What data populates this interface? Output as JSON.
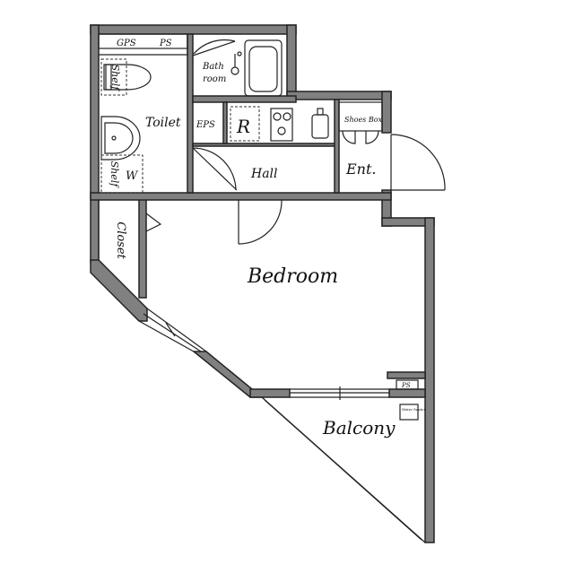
{
  "labels": {
    "gps": "GPS",
    "ps_top": "PS",
    "bath": "Bath",
    "room": "room",
    "toilet": "Toilet",
    "shelf_top": "Shelf",
    "shelf_bottom": "Shelf",
    "w": "W",
    "eps": "EPS",
    "r": "R",
    "shoes_box": "Shoes Box",
    "hall": "Hall",
    "ent": "Ent.",
    "closet": "Closet",
    "bedroom": "Bedroom",
    "ps_bottom": "PS",
    "water_heater": "Water heater",
    "balcony": "Balcony"
  },
  "colors": {
    "wall_fill": "#808080",
    "line": "#222222",
    "background": "#ffffff"
  }
}
